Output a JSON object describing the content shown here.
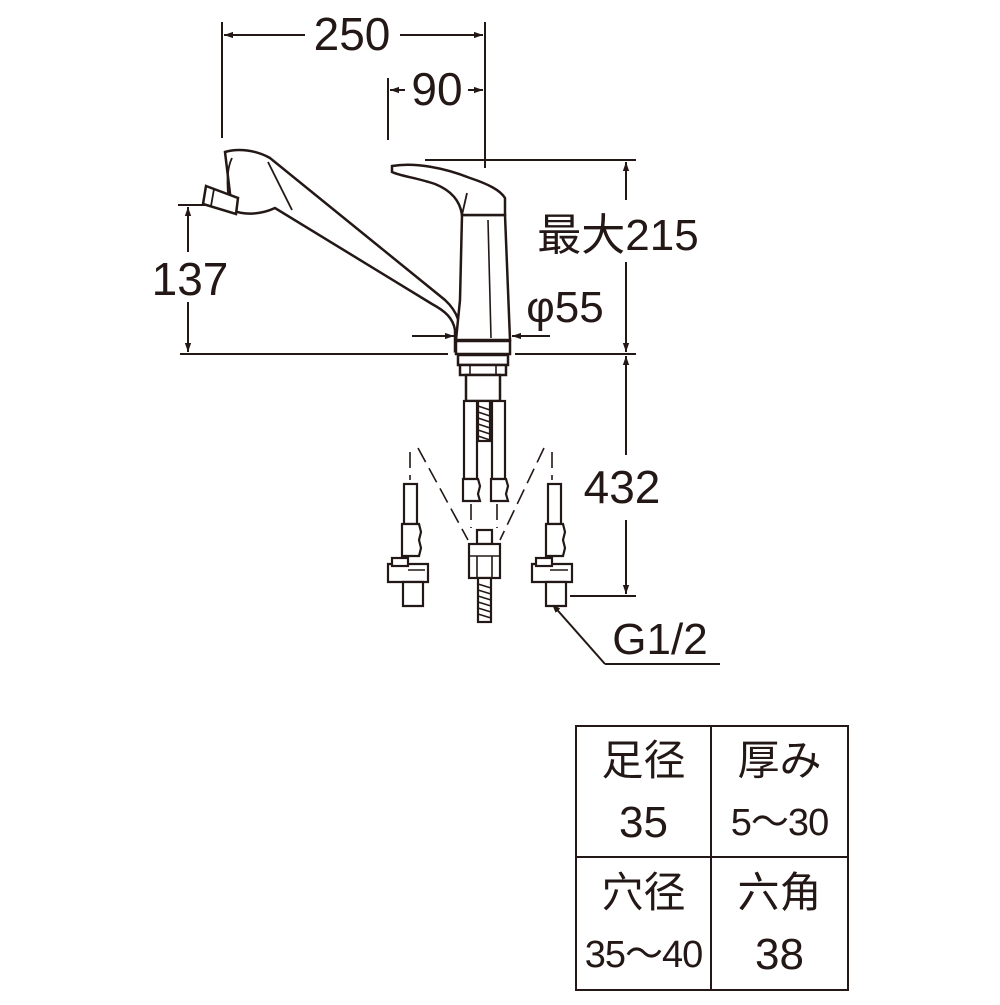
{
  "dimensions": {
    "width_total": "250",
    "spout_offset": "90",
    "max_height": "最大215",
    "spout_height": "137",
    "base_diameter": "φ55",
    "under_length": "432",
    "thread": "G1/2"
  },
  "spec_table": {
    "foot_diameter": {
      "label": "足径",
      "value": "35"
    },
    "thickness": {
      "label": "厚み",
      "value": "5～30"
    },
    "hole_diameter": {
      "label": "穴径",
      "value": "35～40"
    },
    "hex_size": {
      "label": "六角",
      "value": "38"
    }
  },
  "colors": {
    "ink": "#231815",
    "paper": "#ffffff"
  }
}
